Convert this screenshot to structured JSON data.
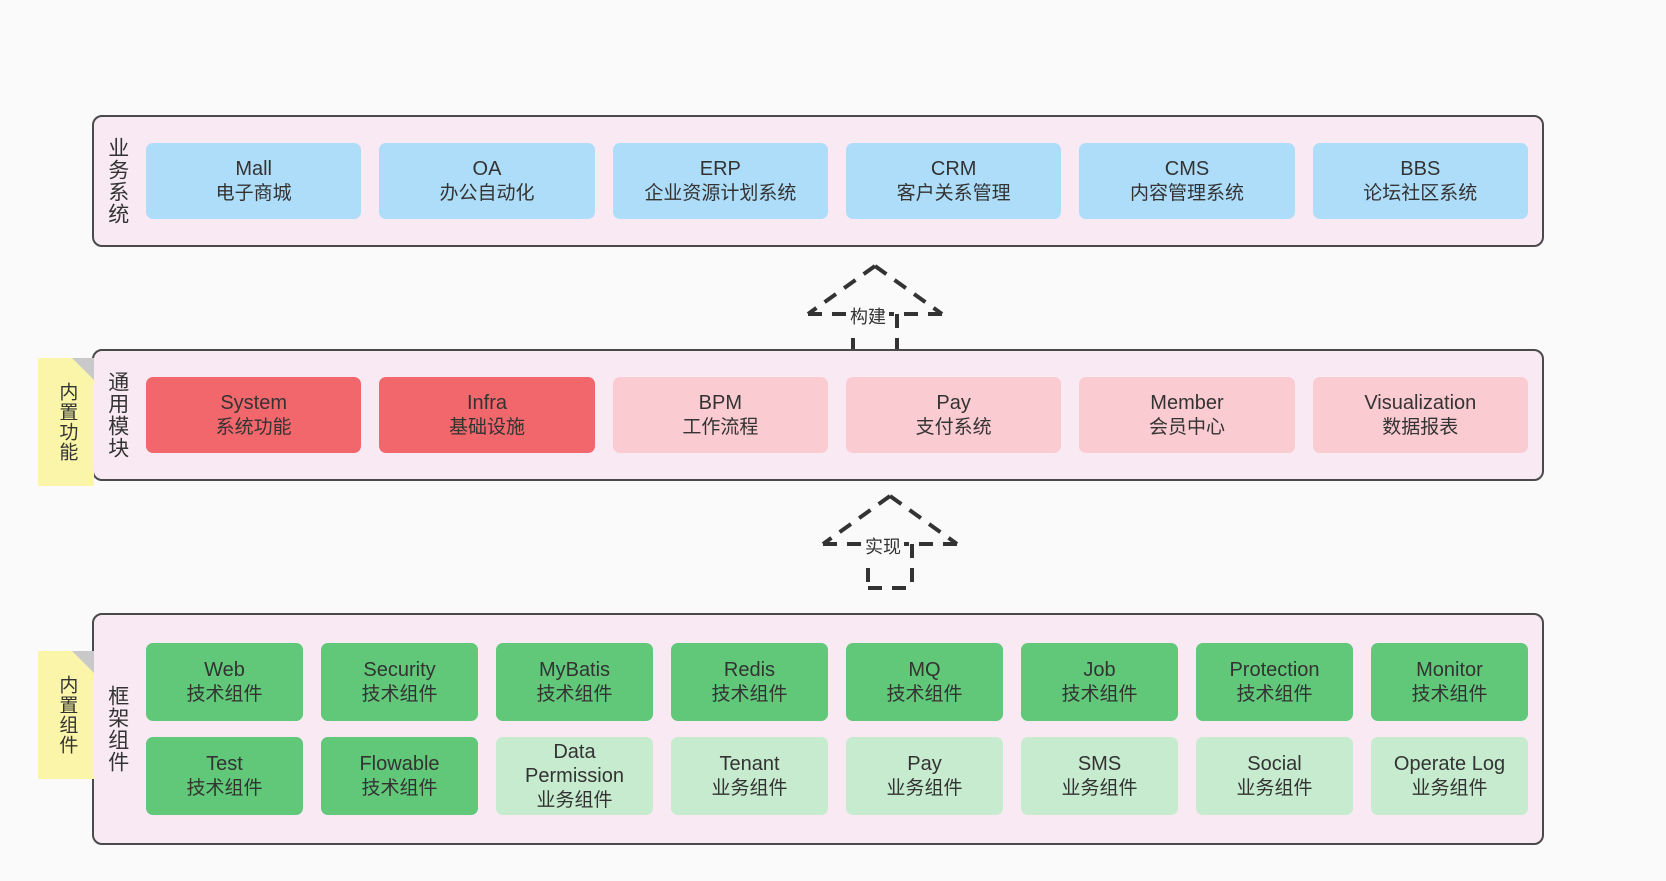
{
  "colors": {
    "background": "#fafafa",
    "panel_fill": "#F8E9F3",
    "panel_border": "#4a4a4a",
    "business_blue": "#AEDDF9",
    "module_red": "#F2676B",
    "module_pink": "#FBCBD2",
    "tech_green": "#60C878",
    "biz_green": "#C6EBCE",
    "sticky_yellow": "#FAF5A8",
    "sticky_fold": "#c9c9c9",
    "text": "#333333"
  },
  "layers": [
    {
      "id": "business-systems",
      "title": "业务系统",
      "rows": [
        {
          "cells": [
            {
              "main": "Mall",
              "sub": "电子商城",
              "style": "business_blue"
            },
            {
              "main": "OA",
              "sub": "办公自动化",
              "style": "business_blue"
            },
            {
              "main": "ERP",
              "sub": "企业资源计划系统",
              "style": "business_blue"
            },
            {
              "main": "CRM",
              "sub": "客户关系管理",
              "style": "business_blue"
            },
            {
              "main": "CMS",
              "sub": "内容管理系统",
              "style": "business_blue"
            },
            {
              "main": "BBS",
              "sub": "论坛社区系统",
              "style": "business_blue"
            }
          ]
        }
      ]
    },
    {
      "id": "common-modules",
      "title": "通用模块",
      "sticky": "内置功能",
      "rows": [
        {
          "cells": [
            {
              "main": "System",
              "sub": "系统功能",
              "style": "module_red"
            },
            {
              "main": "Infra",
              "sub": "基础设施",
              "style": "module_red"
            },
            {
              "main": "BPM",
              "sub": "工作流程",
              "style": "module_pink"
            },
            {
              "main": "Pay",
              "sub": "支付系统",
              "style": "module_pink"
            },
            {
              "main": "Member",
              "sub": "会员中心",
              "style": "module_pink"
            },
            {
              "main": "Visualization",
              "sub": "数据报表",
              "style": "module_pink"
            }
          ]
        }
      ]
    },
    {
      "id": "framework-components",
      "title": "框架组件",
      "sticky": "内置组件",
      "rows": [
        {
          "cells": [
            {
              "main": "Web",
              "sub": "技术组件",
              "style": "tech_green"
            },
            {
              "main": "Security",
              "sub": "技术组件",
              "style": "tech_green"
            },
            {
              "main": "MyBatis",
              "sub": "技术组件",
              "style": "tech_green"
            },
            {
              "main": "Redis",
              "sub": "技术组件",
              "style": "tech_green"
            },
            {
              "main": "MQ",
              "sub": "技术组件",
              "style": "tech_green"
            },
            {
              "main": "Job",
              "sub": "技术组件",
              "style": "tech_green"
            },
            {
              "main": "Protection",
              "sub": "技术组件",
              "style": "tech_green"
            },
            {
              "main": "Monitor",
              "sub": "技术组件",
              "style": "tech_green"
            }
          ]
        },
        {
          "cells": [
            {
              "main": "Test",
              "sub": "技术组件",
              "style": "tech_green"
            },
            {
              "main": "Flowable",
              "sub": "技术组件",
              "style": "tech_green"
            },
            {
              "main": "Data\nPermission",
              "sub": "业务组件",
              "style": "biz_green"
            },
            {
              "main": "Tenant",
              "sub": "业务组件",
              "style": "biz_green"
            },
            {
              "main": "Pay",
              "sub": "业务组件",
              "style": "biz_green"
            },
            {
              "main": "SMS",
              "sub": "业务组件",
              "style": "biz_green"
            },
            {
              "main": "Social",
              "sub": "业务组件",
              "style": "biz_green"
            },
            {
              "main": "Operate Log",
              "sub": "业务组件",
              "style": "biz_green"
            }
          ]
        }
      ]
    }
  ],
  "connectors": [
    {
      "id": "build",
      "label": "构建",
      "from": "common-modules",
      "to": "business-systems"
    },
    {
      "id": "implement",
      "label": "实现",
      "from": "framework-components",
      "to": "common-modules"
    }
  ]
}
